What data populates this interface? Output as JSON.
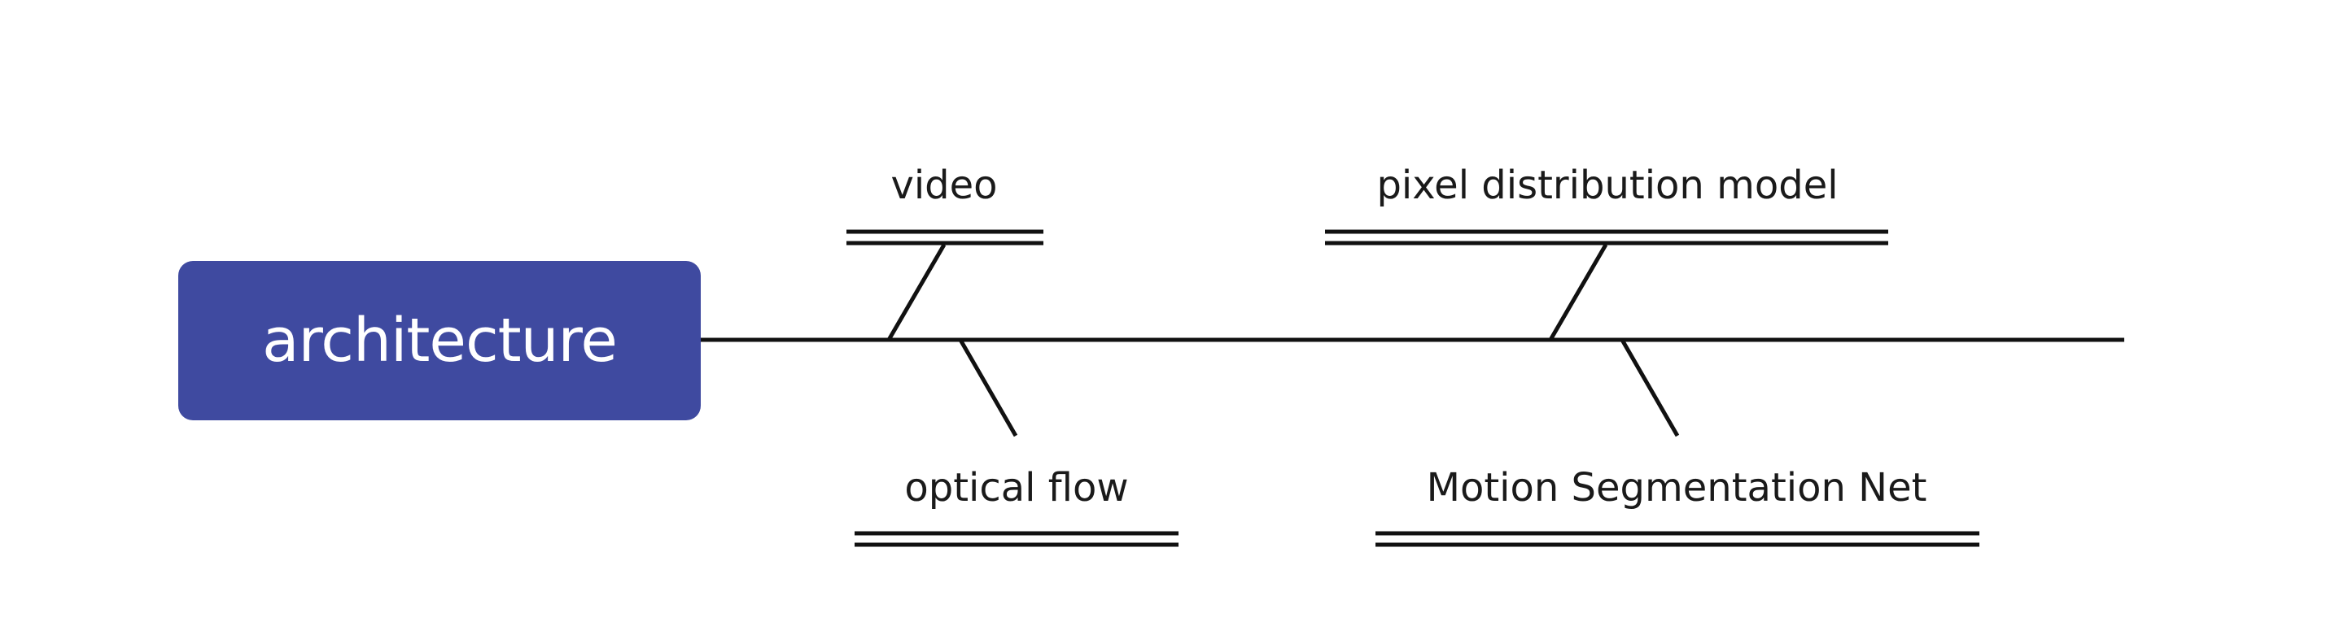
{
  "root": {
    "label": "architecture",
    "fill_color": "#3f4aa0",
    "text_color": "#ffffff"
  },
  "spine_color": "#111111",
  "branches": [
    {
      "label": "video",
      "side": "top"
    },
    {
      "label": "pixel distribution model",
      "side": "top"
    },
    {
      "label": "optical flow",
      "side": "bottom"
    },
    {
      "label": "Motion Segmentation Net",
      "side": "bottom"
    }
  ]
}
